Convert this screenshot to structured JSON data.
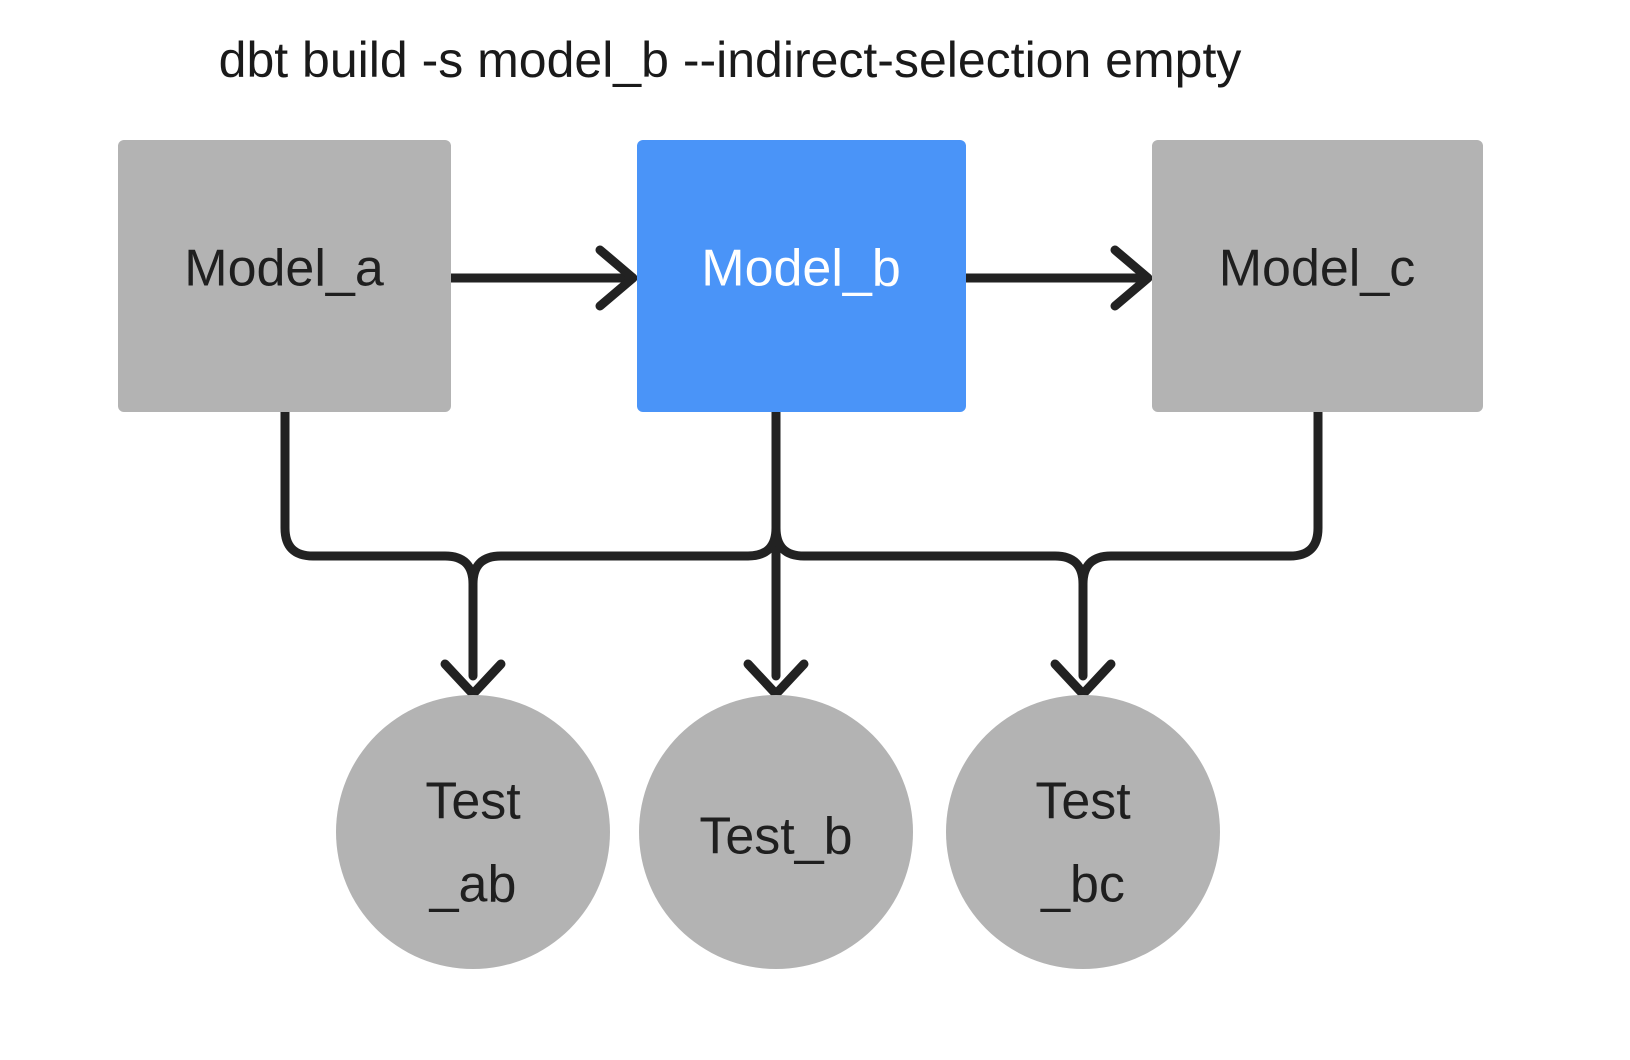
{
  "diagram": {
    "title": "dbt build -s model_b --indirect-selection empty",
    "background_color": "#ffffff",
    "edge_color": "#222222",
    "colors": {
      "node_gray": "#b3b3b3",
      "node_selected_blue": "#4a94f8",
      "label_dark": "#1f1f1f",
      "label_light": "#ffffff"
    },
    "nodes": {
      "model_a": {
        "label": "Model_a",
        "shape": "rectangle",
        "fill": "#b3b3b3",
        "text_color": "#1f1f1f",
        "selected": "false"
      },
      "model_b": {
        "label": "Model_b",
        "shape": "rectangle",
        "fill": "#4a94f8",
        "text_color": "#ffffff",
        "selected": "true"
      },
      "model_c": {
        "label": "Model_c",
        "shape": "rectangle",
        "fill": "#b3b3b3",
        "text_color": "#1f1f1f",
        "selected": "false"
      },
      "test_ab": {
        "label_line1": "Test",
        "label_line2": "_ab",
        "shape": "circle",
        "fill": "#b3b3b3",
        "text_color": "#1f1f1f",
        "selected": "false"
      },
      "test_b": {
        "label_line1": "Test_b",
        "label_line2": "",
        "shape": "circle",
        "fill": "#b3b3b3",
        "text_color": "#1f1f1f",
        "selected": "false"
      },
      "test_bc": {
        "label_line1": "Test",
        "label_line2": "_bc",
        "shape": "circle",
        "fill": "#b3b3b3",
        "text_color": "#1f1f1f",
        "selected": "false"
      }
    },
    "edges": [
      {
        "from": "model_a",
        "to": "model_b",
        "style": "straight-arrow"
      },
      {
        "from": "model_b",
        "to": "model_c",
        "style": "straight-arrow"
      },
      {
        "from": "model_a",
        "to": "test_ab",
        "style": "elbow-arrow"
      },
      {
        "from": "model_b",
        "to": "test_ab",
        "style": "elbow-arrow"
      },
      {
        "from": "model_b",
        "to": "test_b",
        "style": "straight-arrow"
      },
      {
        "from": "model_b",
        "to": "test_bc",
        "style": "elbow-arrow"
      },
      {
        "from": "model_c",
        "to": "test_bc",
        "style": "elbow-arrow"
      }
    ]
  }
}
